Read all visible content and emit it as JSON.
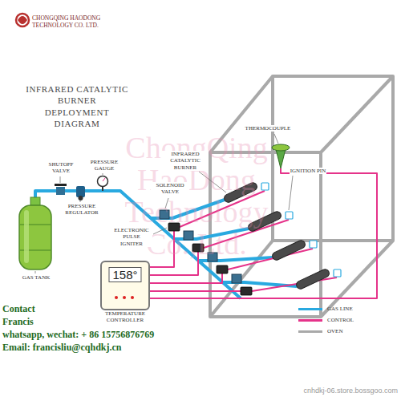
{
  "diagram": {
    "title": "INFRARED CATALYTIC BURNER DEPLOYMENT DIAGRAM",
    "nodes": [
      {
        "text": [
          "158°",
          "TEMPERATURE CONTROLLER"
        ]
      }
    ],
    "labels": [
      "CHONGQING HAODONG TECHNOLOGY CO. LTD.",
      "ChongQing HaoDong Technology Co.,Ltd.",
      "SHUTOFF VALVE",
      "PRESSURE GAUGE",
      "PRESSURE REGULATOR",
      "GAS TANK",
      "SOLENOID VALVE",
      "ELECTRONIC PULSE IGNITER",
      "INFRARED CATALYTIC BURNER",
      "THERMOCOUPLE",
      "IGNITION PIN",
      "Contact",
      "Francis",
      "whatsapp, wechat: + 86 15756876769",
      "Email: francisliu@cqhdkj.cn",
      "cnhdkj-06.store.bossgoo.com"
    ],
    "legend": [
      {
        "text": "GAS LINE",
        "color": "#29a9e0"
      },
      {
        "text": "CONTROL",
        "color": "#e5338a"
      },
      {
        "text": "OVEN",
        "color": "#a9a9a9"
      }
    ]
  }
}
